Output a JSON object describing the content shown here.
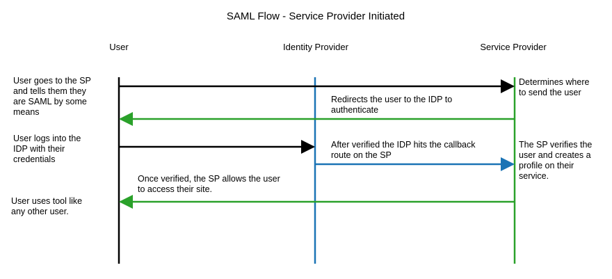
{
  "diagram": {
    "title": "SAML Flow - Service Provider Initiated",
    "actors": [
      {
        "label": "User",
        "color": "#000000"
      },
      {
        "label": "Identity Provider",
        "color": "#1a73b5"
      },
      {
        "label": "Service Provider",
        "color": "#2aa12a"
      }
    ],
    "messages": [
      {
        "from": "User",
        "to": "Service Provider",
        "color": "#000000"
      },
      {
        "from": "Service Provider",
        "to": "User",
        "color": "#2aa12a",
        "label": [
          "Redirects the user to the IDP to",
          "authenticate"
        ]
      },
      {
        "from": "User",
        "to": "Identity Provider",
        "color": "#000000"
      },
      {
        "from": "Identity Provider",
        "to": "Service Provider",
        "color": "#1a73b5",
        "label": [
          "After verified the IDP hits the callback",
          "route on the SP"
        ]
      },
      {
        "from": "Service Provider",
        "to": "User",
        "color": "#2aa12a",
        "label": [
          "Once verified, the SP allows the user",
          "to access their site."
        ]
      }
    ],
    "user_notes": [
      [
        "User goes to the SP",
        "and tells them they",
        "are SAML by some",
        "means"
      ],
      [
        "User logs into the",
        "IDP with their",
        "credentials"
      ],
      [
        "User uses tool like",
        "any other user."
      ]
    ],
    "sp_notes": [
      [
        "Determines where",
        "to send the user"
      ],
      [
        "The SP verifies the",
        "user and creates a",
        "profile on their",
        "service."
      ]
    ]
  }
}
